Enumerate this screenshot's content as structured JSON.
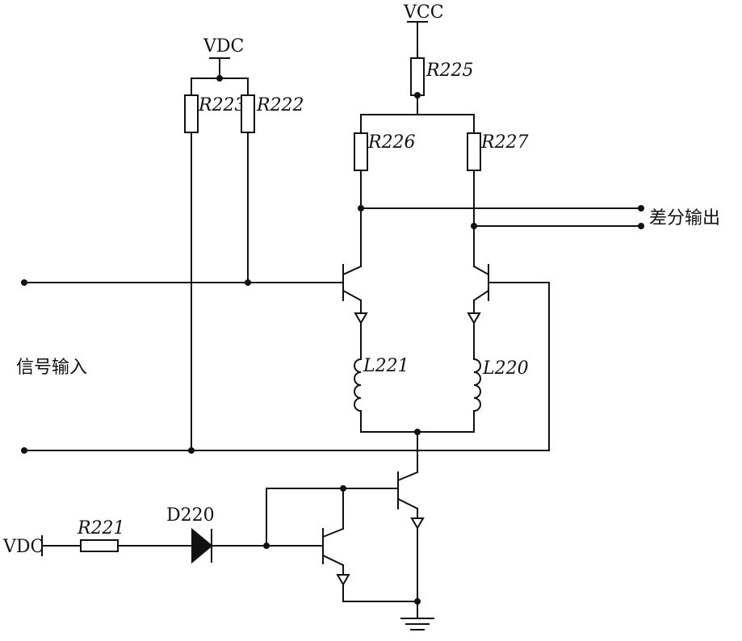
{
  "labels": {
    "vcc": "VCC",
    "vdc_top": "VDC",
    "vdc_left": "VDC",
    "r225": "R225",
    "r223": "R223",
    "r222": "R222",
    "r226": "R226",
    "r227": "R227",
    "r221": "R221",
    "l221": "L221",
    "l220": "L220",
    "d220": "D220",
    "diff_output": "差分输出",
    "signal_input": "信号输入"
  }
}
